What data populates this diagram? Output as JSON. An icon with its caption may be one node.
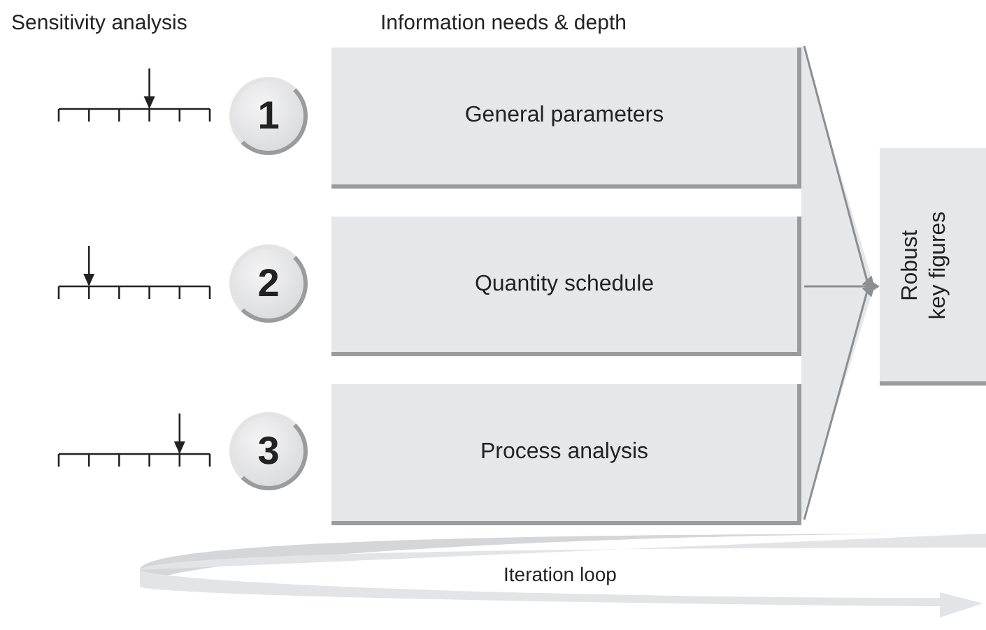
{
  "diagram": {
    "nodes": [
      {
        "text": [
          "1"
        ]
      },
      {
        "text": [
          "General parameters"
        ]
      },
      {
        "text": [
          "2"
        ]
      },
      {
        "text": [
          "Quantity schedule"
        ]
      },
      {
        "text": [
          "3"
        ]
      },
      {
        "text": [
          "Process analysis"
        ]
      },
      {
        "text": [
          "Robust key figures"
        ]
      }
    ],
    "edges": [
      {
        "from": 1,
        "to": 6,
        "arrow": "to"
      },
      {
        "from": 3,
        "to": 6,
        "arrow": "to"
      },
      {
        "from": 5,
        "to": 6,
        "arrow": "to"
      }
    ],
    "labels": [
      "Sensitivity analysis",
      "Information needs & depth",
      "Iteration loop"
    ]
  }
}
